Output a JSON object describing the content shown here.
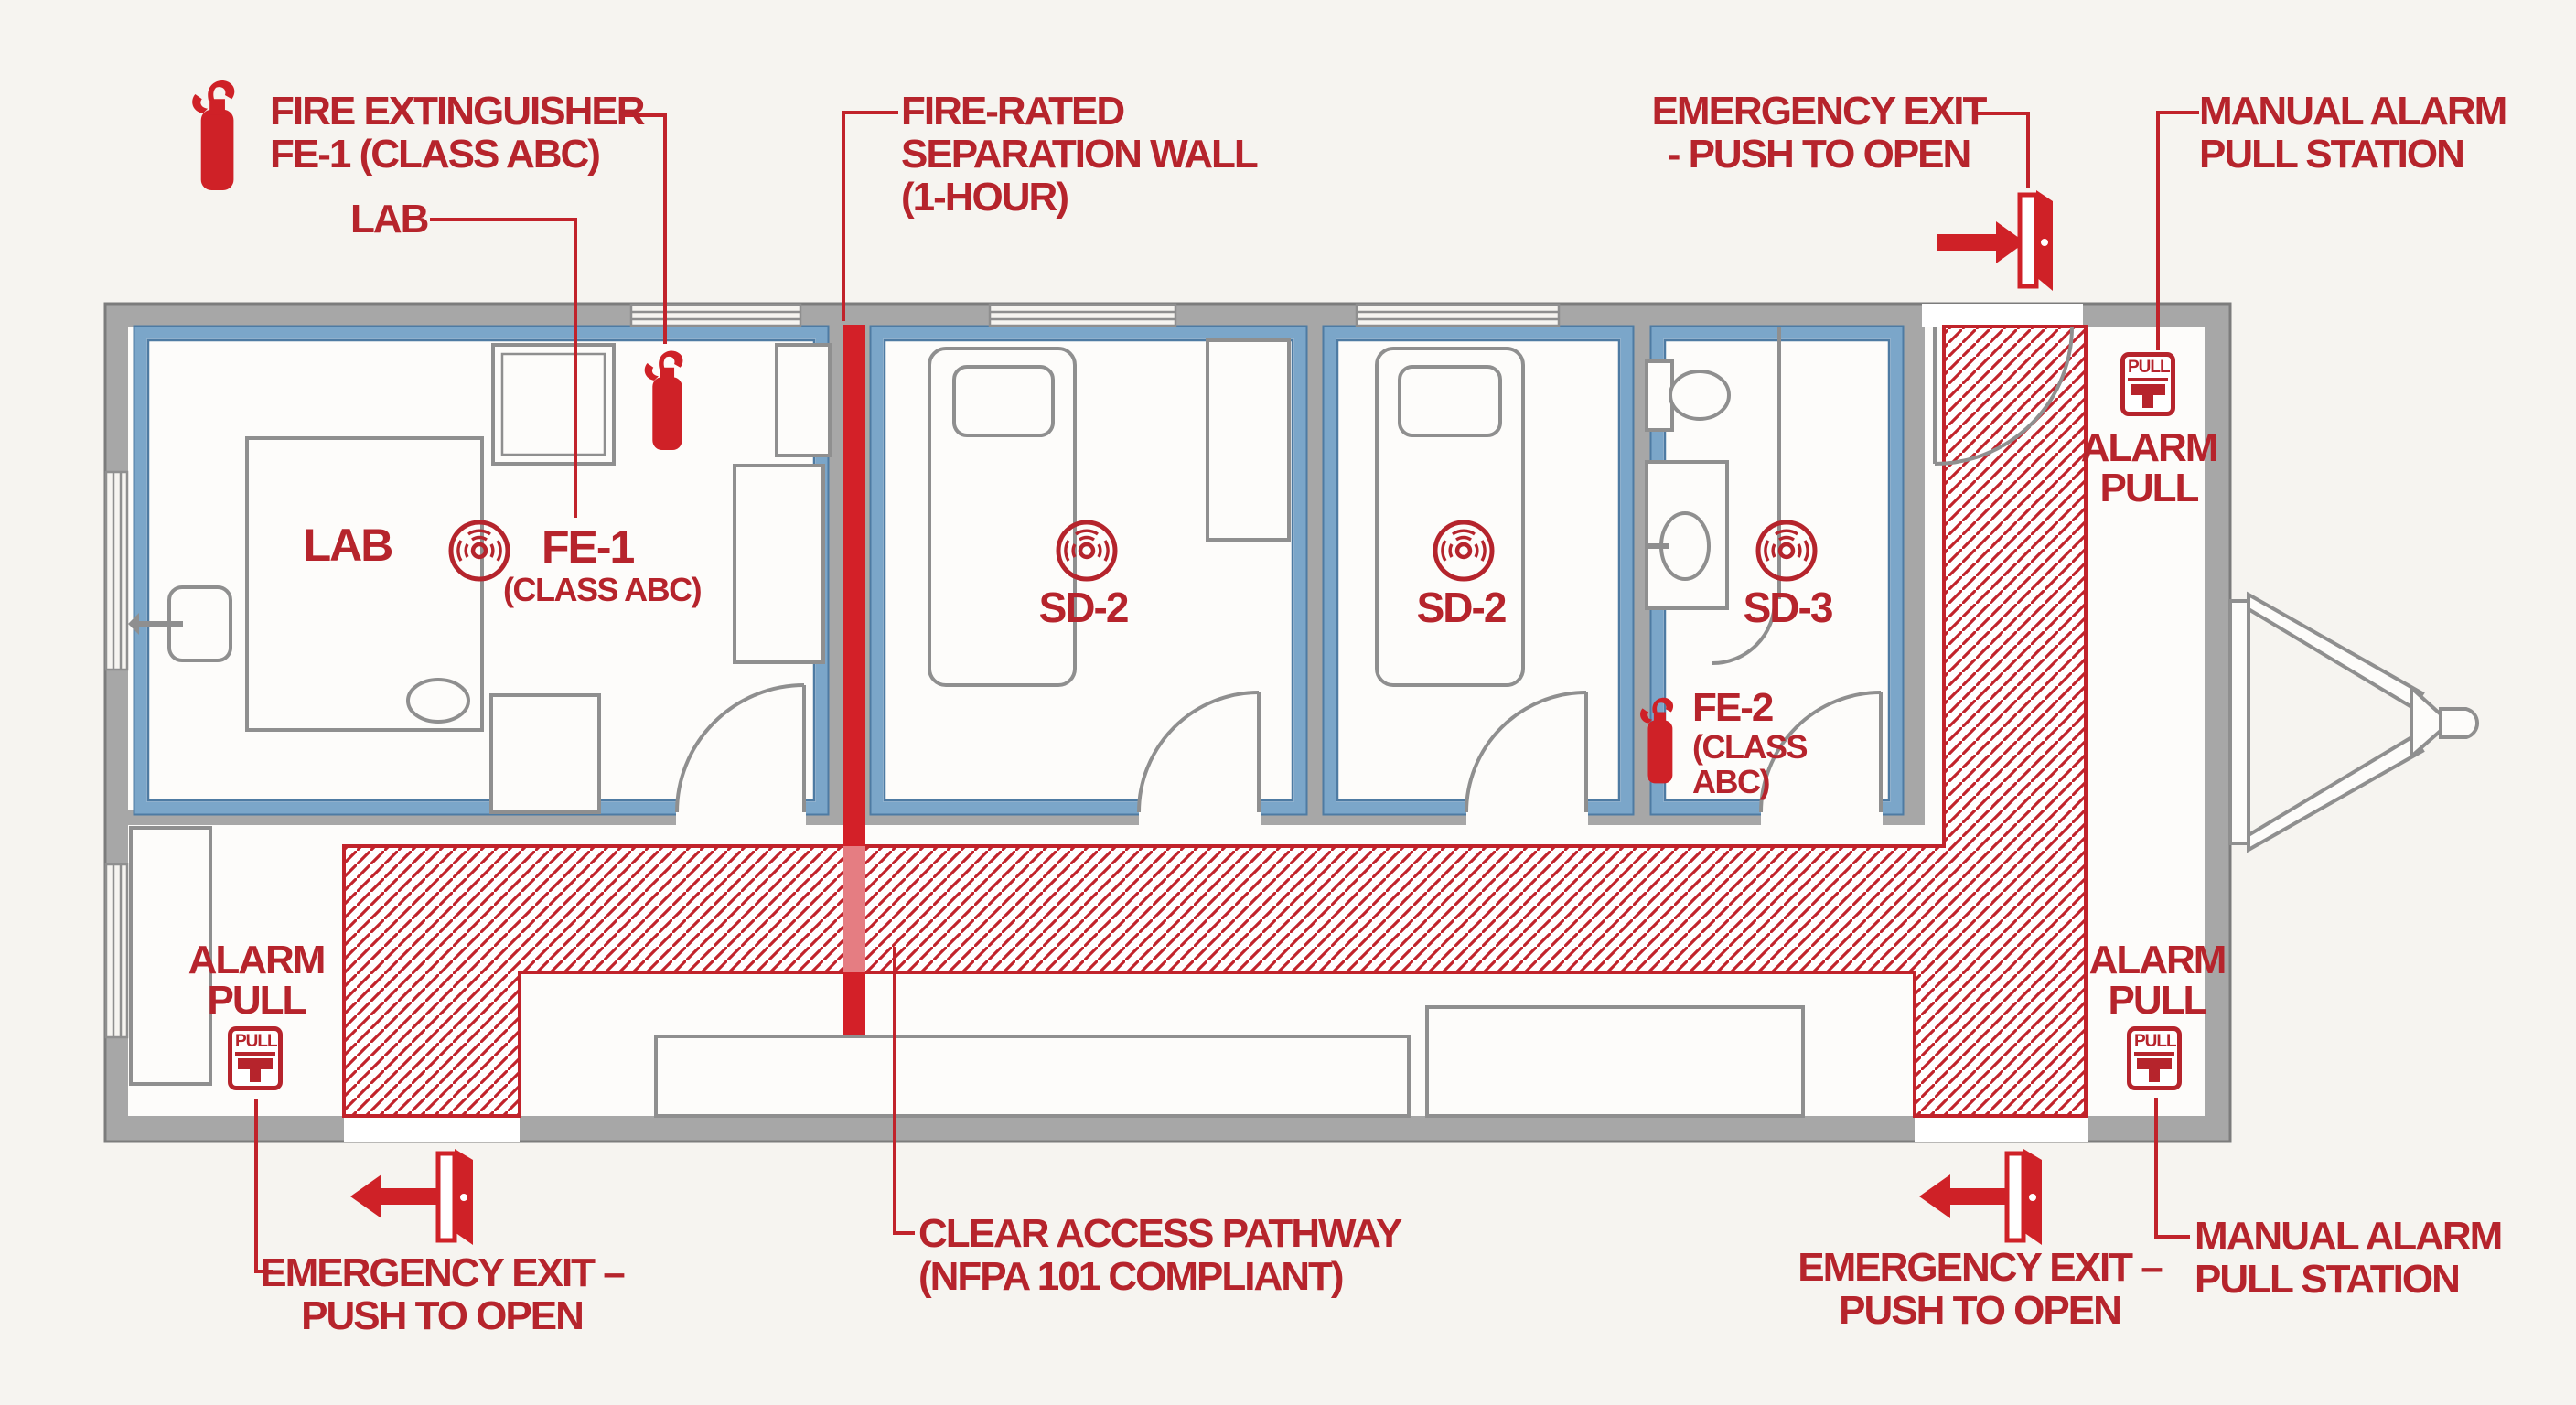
{
  "title": "Fire safety floor plan",
  "colors": {
    "red": "#b6242c",
    "red_bright": "#d32028",
    "wall_grey": "#a7a7a7",
    "room_blue": "#7ba6c9",
    "background": "#f6f4f0"
  },
  "callouts": {
    "fire_ext": {
      "line1": "FIRE EXTINGUISHER",
      "line2": "FE-1 (CLASS ABC)"
    },
    "lab": "LAB",
    "fire_wall": {
      "line1": "FIRE-RATED",
      "line2": "SEPARATION WALL",
      "line3": "(1-HOUR)"
    },
    "exit_top": {
      "line1": "EMERGENCY EXIT",
      "line2": "- PUSH TO OPEN"
    },
    "manual_alarm_top": {
      "line1": "MANUAL ALARM",
      "line2": "PULL STATION"
    },
    "clear_path": {
      "line1": "CLEAR ACCESS PATHWAY",
      "line2": "(NFPA 101 COMPLIANT)"
    },
    "exit_bottom_left": {
      "line1": "EMERGENCY EXIT –",
      "line2": "PUSH TO OPEN"
    },
    "exit_bottom_right": {
      "line1": "EMERGENCY EXIT –",
      "line2": "PUSH TO OPEN"
    },
    "manual_alarm_bottom": {
      "line1": "MANUAL ALARM",
      "line2": "PULL STATION"
    },
    "alarm_pull": {
      "line1": "ALARM",
      "line2": "PULL"
    }
  },
  "plan_labels": {
    "lab_room": "LAB",
    "fe1": "FE-1",
    "fe1_class": "(CLASS ABC)",
    "sd2_room1": "SD-2",
    "sd2_room2": "SD-2",
    "sd3_room": "SD-3",
    "fe2": "FE-2",
    "fe2_class_l1": "(CLASS",
    "fe2_class_l2": "ABC)",
    "pull": "PULL"
  },
  "icons": {
    "fire_extinguisher": "fire-extinguisher-icon",
    "smoke_detector": "smoke-detector-icon",
    "pull_station": "alarm-pull-station-icon",
    "exit_door": "emergency-exit-door-icon"
  }
}
